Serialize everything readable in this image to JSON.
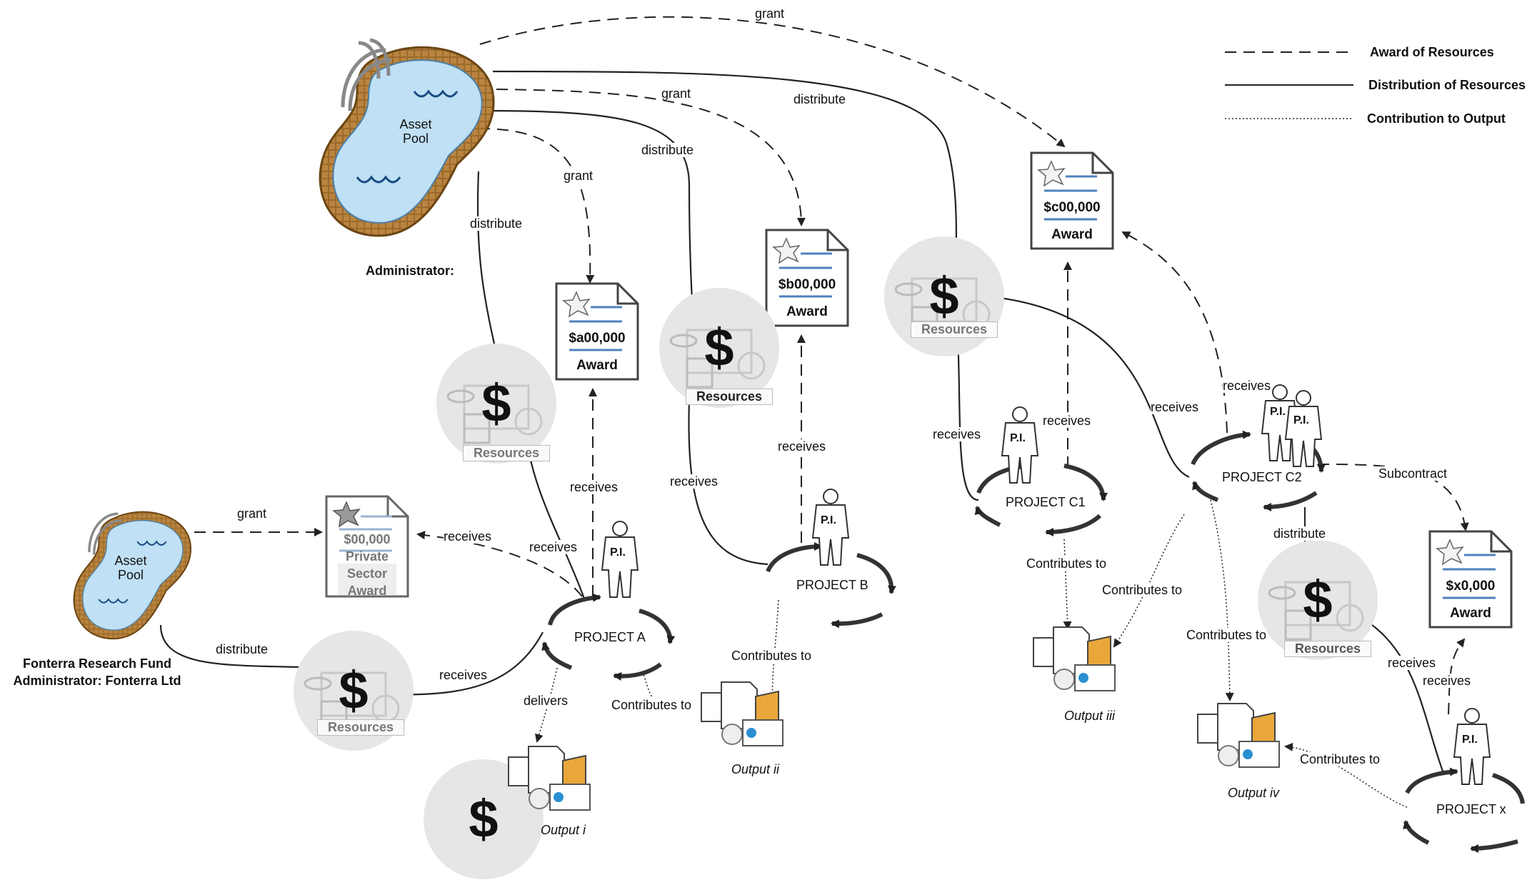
{
  "legend": {
    "award": "Award of Resources",
    "distribution": "Distribution of Resources",
    "contribution": "Contribution to Output"
  },
  "pools": {
    "main_label": "Asset Pool",
    "fonterra_label": "Asset Pool"
  },
  "administrators": {
    "main": "Administrator:",
    "fonterra_line1": "Fonterra Research Fund",
    "fonterra_line2": "Administrator: Fonterra Ltd"
  },
  "awards": {
    "a": {
      "amount": "$a00,000",
      "label": "Award"
    },
    "b": {
      "amount": "$b00,000",
      "label": "Award"
    },
    "c": {
      "amount": "$c00,000",
      "label": "Award"
    },
    "x": {
      "amount": "$x0,000",
      "label": "Award"
    },
    "private": {
      "amount": "$00,000",
      "line2": "Private",
      "line3": "Sector",
      "line4": "Award"
    }
  },
  "resources_label": "Resources",
  "dollar": "$",
  "pi_label": "P.I.",
  "projects": {
    "a": "PROJECT A",
    "b": "PROJECT B",
    "c1": "PROJECT C1",
    "c2": "PROJECT C2",
    "x": "PROJECT x"
  },
  "outputs": {
    "i": "Output i",
    "ii": "Output ii",
    "iii": "Output iii",
    "iv": "Output iv"
  },
  "edges": {
    "grant_top": "grant",
    "grant_mid": "grant",
    "distribute_mid": "distribute",
    "distribute_b": "distribute",
    "grant_a": "grant",
    "distribute_a": "distribute",
    "fonterra_grant": "grant",
    "fonterra_distribute": "distribute",
    "receives_private": "receives",
    "receives_res_a": "receives",
    "receives_award_a": "receives",
    "receives_fonterra_res": "receives",
    "delivers": "delivers",
    "contributes_a": "Contributes to",
    "receives_res_b": "receives",
    "receives_award_b": "receives",
    "contributes_b": "Contributes to",
    "receives_res_c1": "receives",
    "receives_award_c1": "receives",
    "contributes_c1": "Contributes to",
    "receives_res_c2": "receives",
    "receives_award_c2": "receives",
    "contributes_c2_iii": "Contributes to",
    "contributes_c2_iv": "Contributes to",
    "subcontract": "Subcontract",
    "distribute_c2": "distribute",
    "receives_res_x": "receives",
    "receives_award_x": "receives",
    "contributes_x": "Contributes to"
  }
}
